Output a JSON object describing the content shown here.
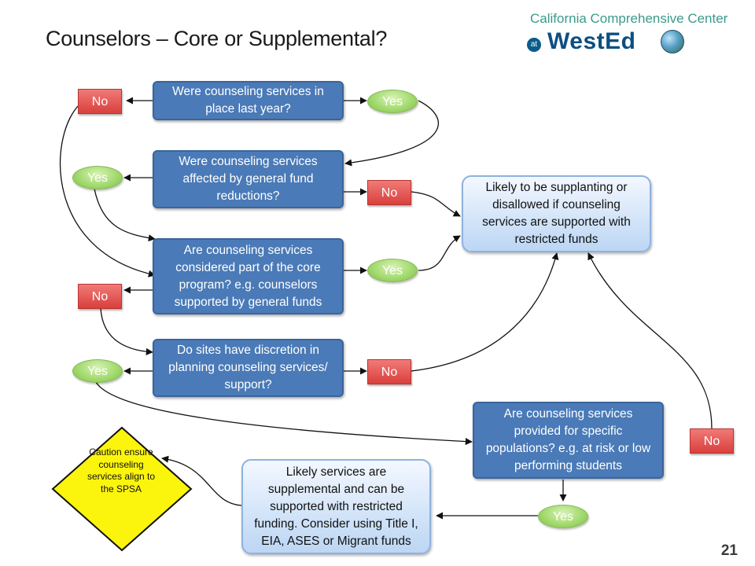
{
  "title": "Counselors – Core or Supplemental?",
  "logo": {
    "top_text": "California Comprehensive Center",
    "at": "at",
    "wordmark": "WestEd"
  },
  "questions": {
    "q1": "Were counseling services in place last year?",
    "q2": "Were counseling services affected by general fund reductions?",
    "q3": "Are counseling services considered part of the core program?  e.g. counselors supported by general funds",
    "q4": "Do sites have discretion in planning counseling services/ support?",
    "q5": "Are counseling services provided for specific populations?  e.g. at risk or low performing students"
  },
  "outcomes": {
    "supplanting": "Likely to be supplanting or disallowed if counseling services are supported with restricted funds",
    "supplemental": "Likely services are supplemental and can be supported with restricted funding.  Consider using Title I, EIA, ASES or Migrant funds"
  },
  "caution": "Caution ensure counseling services align to the SPSA",
  "labels": {
    "yes": "Yes",
    "no": "No"
  },
  "page_number": "21"
}
